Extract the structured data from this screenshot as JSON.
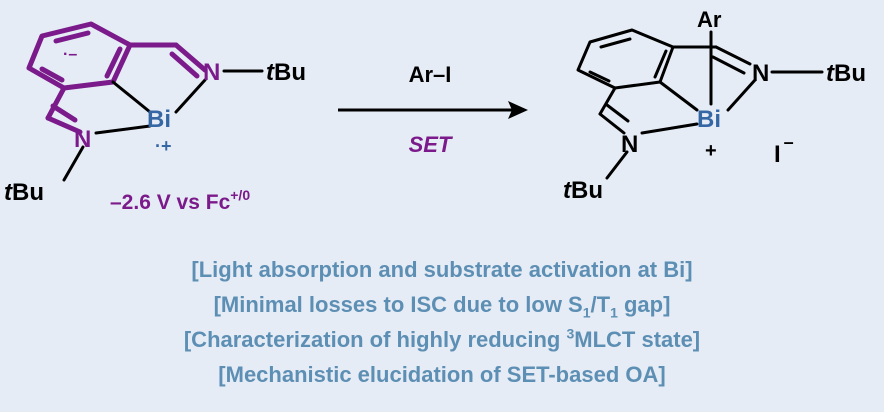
{
  "colors": {
    "background": "#e6ecf5",
    "bond": "#000000",
    "purple": "#7b1a8a",
    "bismuth": "#3567a5",
    "caption": "#5d8fb4"
  },
  "left_molecule": {
    "n_top": "N",
    "n_bottom": "N",
    "tbu_right": "tBu",
    "tbu_left": "tBu",
    "metal": "Bi",
    "metal_charge": "·+",
    "ring_charge": "·–",
    "potential": "–2.6 V vs Fc",
    "potential_sup": "+/0"
  },
  "reaction": {
    "reagent": "Ar–I",
    "condition": "SET"
  },
  "right_molecule": {
    "aryl": "Ar",
    "n_top": "N",
    "n_bottom": "N",
    "tbu_right": "tBu",
    "tbu_left": "tBu",
    "metal": "Bi",
    "metal_charge": "+",
    "counterion": "I",
    "counterion_charge": "–"
  },
  "captions": {
    "line1": "[Light absorption and substrate activation at Bi]",
    "line2_before": "[Minimal losses to ISC due to low S",
    "line2_sub1": "1",
    "line2_mid": "/T",
    "line2_sub2": "1",
    "line2_after": " gap]",
    "line3_before": "[Characterization of highly reducing ",
    "line3_sup": "3",
    "line3_after": "MLCT state]",
    "line4": "[Mechanistic elucidation of SET-based OA]"
  }
}
